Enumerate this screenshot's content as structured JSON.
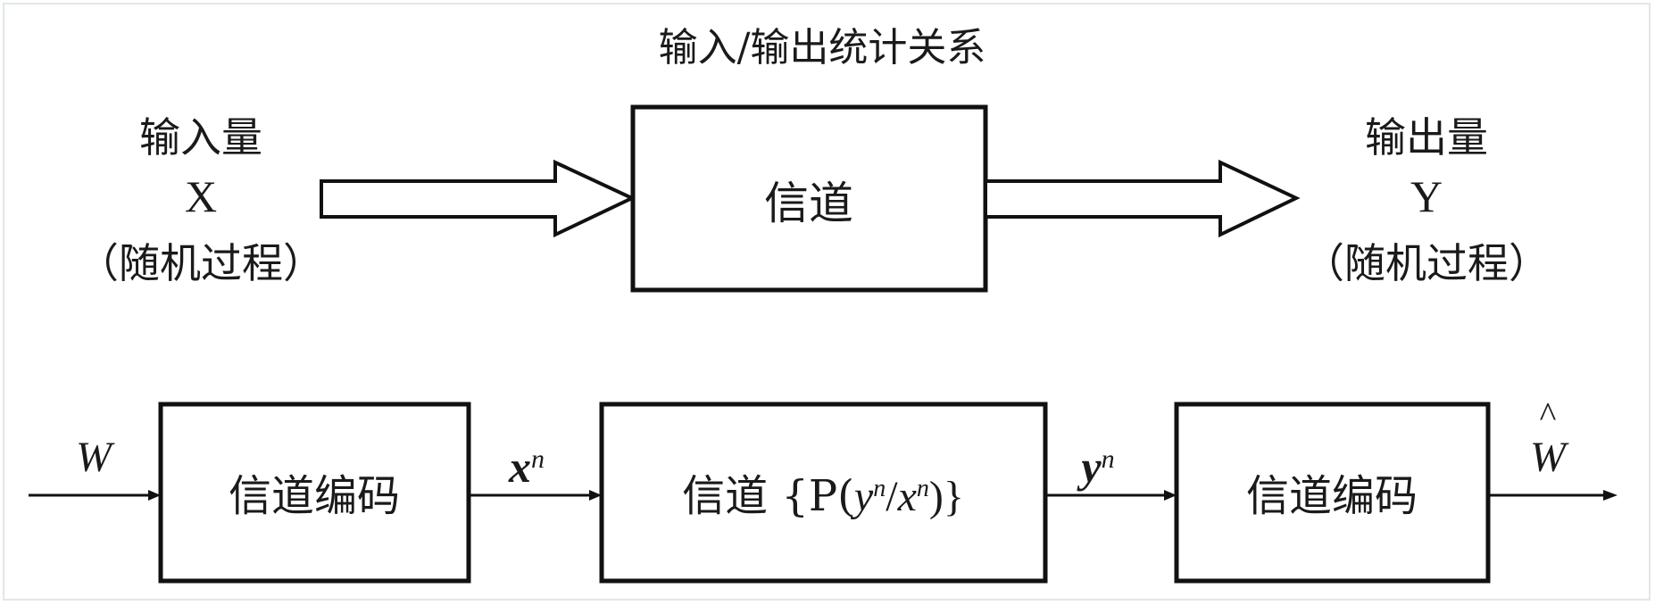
{
  "top_diagram": {
    "title": "输入/输出统计关系",
    "input": {
      "line1": "输入量",
      "line2": "X",
      "line3": "（随机过程）"
    },
    "channel_label": "信道",
    "output": {
      "line1": "输出量",
      "line2": "Y",
      "line3": "（随机过程）"
    }
  },
  "bottom_diagram": {
    "input_symbol": "W",
    "encoder_label": "信道编码",
    "encoded_symbol": "x",
    "encoded_superscript": "n",
    "channel_prefix": "信道 {P(",
    "channel_y": "y",
    "channel_y_sup": "n",
    "channel_slash": "/",
    "channel_x": "x",
    "channel_x_sup": "n",
    "channel_suffix": ")}",
    "received_symbol": "y",
    "received_superscript": "n",
    "decoder_label": "信道编码",
    "output_symbol": "W",
    "output_hat": "^"
  }
}
